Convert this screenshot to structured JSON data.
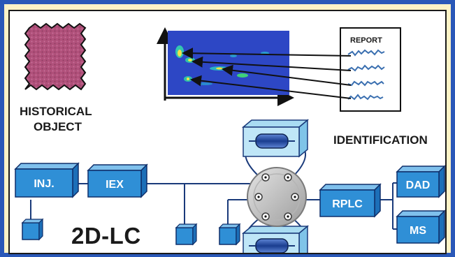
{
  "labels": {
    "historical_line1": "HISTORICAL",
    "historical_line2": "OBJECT",
    "identification": "IDENTIFICATION",
    "report": "REPORT",
    "title_2dlc": "2D-LC"
  },
  "modules": {
    "injector": "INJ.",
    "iex": "IEX",
    "rplc": "RPLC",
    "dad": "DAD",
    "ms": "MS"
  },
  "colors": {
    "frame": "#2a58b8",
    "background": "#fdf3c7",
    "module_fill": "#2f8fd6",
    "module_text": "#ffffff",
    "sample_fabric": "#b0507a",
    "heatmap_bg": "#2b3fbf",
    "valve": "#c8c8c8",
    "column_fill": "#1f3f8a"
  }
}
